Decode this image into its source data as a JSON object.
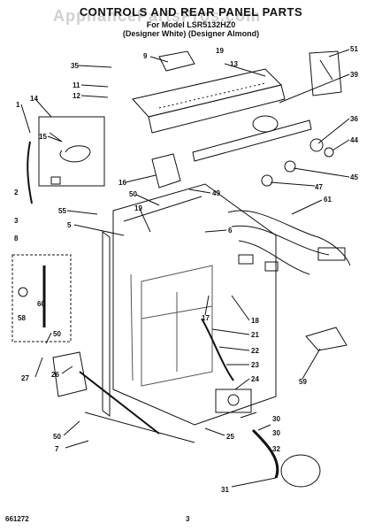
{
  "header": {
    "title": "CONTROLS AND REAR PANEL PARTS",
    "subtitle": "For Model LSR5132HZ0",
    "variants": "(Designer White) (Designer Almond)",
    "watermark": "AppliancePartsPros.com"
  },
  "footer": {
    "doc_code": "661272",
    "page_number": "3"
  },
  "callouts": [
    "35",
    "9",
    "19",
    "13",
    "51",
    "11",
    "12",
    "14",
    "1",
    "15",
    "2",
    "3",
    "39",
    "36",
    "45",
    "44",
    "16",
    "47",
    "50",
    "55",
    "19",
    "49",
    "61",
    "5",
    "6",
    "8",
    "58",
    "60",
    "17",
    "18",
    "21",
    "22",
    "23",
    "24",
    "50",
    "27",
    "26",
    "59",
    "30",
    "30",
    "32",
    "50",
    "7",
    "25",
    "31"
  ],
  "colors": {
    "line": "#111111",
    "hatch": "#555555",
    "dashed": "#222222"
  }
}
